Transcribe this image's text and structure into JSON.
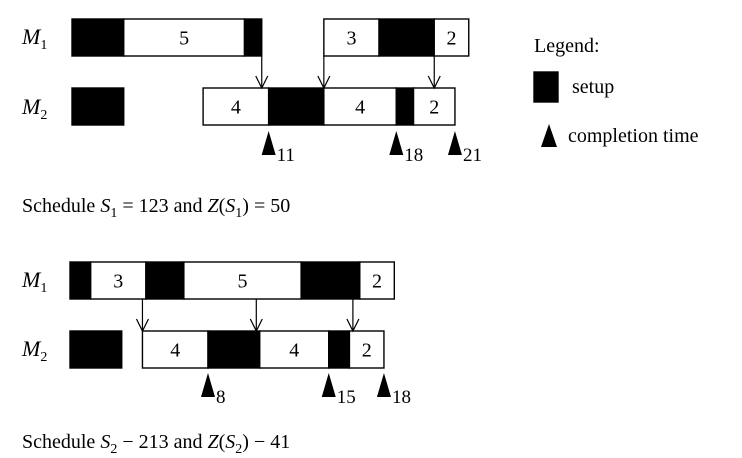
{
  "legend": {
    "title": "Legend:",
    "setup_label": "setup",
    "completion_label": "completion time"
  },
  "machines": {
    "m1": "M",
    "m1_sub": "1",
    "m2": "M",
    "m2_sub": "2"
  },
  "schedule1": {
    "m1_blocks": [
      {
        "kind": "setup",
        "start": 0,
        "end": 1.5
      },
      {
        "kind": "job",
        "label": "5",
        "start": 1.5,
        "end": 5
      },
      {
        "kind": "setup",
        "start": 5,
        "end": 5.5
      },
      {
        "kind": "job",
        "label": "3",
        "start": 7.3,
        "end": 8.9
      },
      {
        "kind": "setup",
        "start": 8.9,
        "end": 10.5
      },
      {
        "kind": "job",
        "label": "2",
        "start": 10.5,
        "end": 11.5
      }
    ],
    "m2_blocks": [
      {
        "kind": "setup",
        "start": 0,
        "end": 1.5
      },
      {
        "kind": "job",
        "label": "4",
        "start": 3.8,
        "end": 5.7
      },
      {
        "kind": "setup",
        "start": 5.7,
        "end": 7.3
      },
      {
        "kind": "job",
        "label": "4",
        "start": 7.3,
        "end": 9.4
      },
      {
        "kind": "setup",
        "start": 9.4,
        "end": 9.9
      },
      {
        "kind": "job",
        "label": "2",
        "start": 9.9,
        "end": 11.1
      }
    ],
    "transfers": [
      5.5,
      7.3,
      10.5
    ],
    "completions": [
      "11",
      "18",
      "21"
    ],
    "completion_positions": [
      5.7,
      9.4,
      11.1
    ],
    "caption": {
      "prefix": "Schedule ",
      "s": "S",
      "s_sub": "1",
      "mid": " = 123 and ",
      "z": "Z",
      "paren_open": "(",
      "s2": "S",
      "s2_sub": "1",
      "paren_close": ")",
      "suffix": " = 50"
    }
  },
  "schedule2": {
    "m1_blocks": [
      {
        "kind": "setup",
        "start": 0,
        "end": 0.6
      },
      {
        "kind": "job",
        "label": "3",
        "start": 0.6,
        "end": 2.2
      },
      {
        "kind": "setup",
        "start": 2.2,
        "end": 3.3
      },
      {
        "kind": "job",
        "label": "5",
        "start": 3.3,
        "end": 6.7
      },
      {
        "kind": "setup",
        "start": 6.7,
        "end": 8.4
      },
      {
        "kind": "job",
        "label": "2",
        "start": 8.4,
        "end": 9.4
      }
    ],
    "m2_blocks": [
      {
        "kind": "setup",
        "start": 0,
        "end": 1.5
      },
      {
        "kind": "job",
        "label": "4",
        "start": 2.1,
        "end": 4.0
      },
      {
        "kind": "setup",
        "start": 4.0,
        "end": 5.5
      },
      {
        "kind": "job",
        "label": "4",
        "start": 5.5,
        "end": 7.5
      },
      {
        "kind": "setup",
        "start": 7.5,
        "end": 8.1
      },
      {
        "kind": "job",
        "label": "2",
        "start": 8.1,
        "end": 9.1
      }
    ],
    "transfers": [
      2.1,
      5.4,
      8.2
    ],
    "completions": [
      "8",
      "15",
      "18"
    ],
    "completion_positions": [
      4.0,
      7.5,
      9.1
    ],
    "caption": {
      "prefix": "Schedule ",
      "s": "S",
      "s_sub": "2",
      "mid": " − 213 and ",
      "z": "Z",
      "paren_open": "(",
      "s2": "S",
      "s2_sub": "2",
      "paren_close": ")",
      "suffix": " − 41"
    }
  }
}
